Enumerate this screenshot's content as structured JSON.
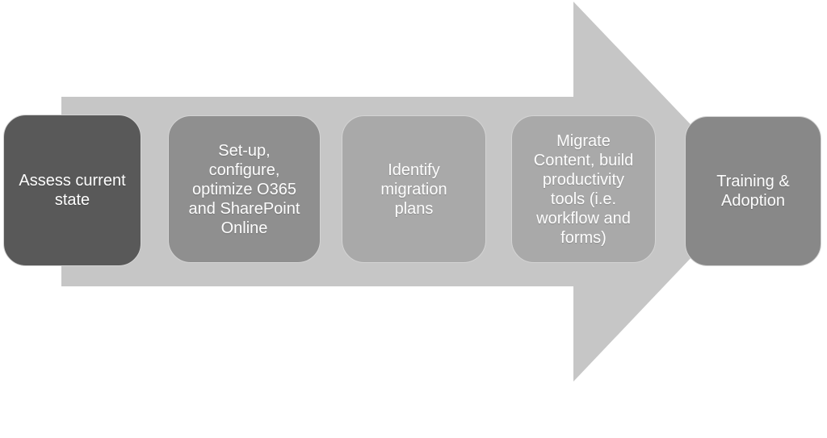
{
  "diagram": {
    "type": "process-flow",
    "background": "#ffffff",
    "arrow": {
      "color": "#c6c6c6",
      "direction": "right"
    },
    "steps": [
      {
        "label": "Assess current\nstate",
        "fill": "#595959",
        "text_color": "#ffffff"
      },
      {
        "label": "Set-up,\nconfigure,\noptimize O365\nand SharePoint\nOnline",
        "fill": "#8f8f8f",
        "text_color": "#ffffff"
      },
      {
        "label": "Identify\nmigration\nplans",
        "fill": "#a9a9a9",
        "text_color": "#ffffff"
      },
      {
        "label": "Migrate\nContent, build\nproductivity\ntools (i.e.\nworkflow and\nforms)",
        "fill": "#a9a9a9",
        "text_color": "#ffffff"
      },
      {
        "label": "Training &\nAdoption",
        "fill": "#888888",
        "text_color": "#ffffff"
      }
    ]
  }
}
